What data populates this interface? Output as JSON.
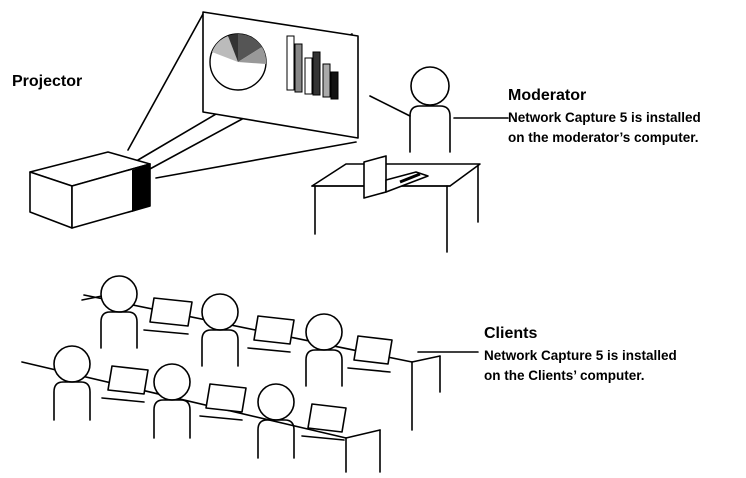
{
  "labels": {
    "projector": "Projector",
    "moderator": {
      "title": "Moderator",
      "lines": [
        "Network Capture 5 is installed",
        "on the moderator’s computer."
      ]
    },
    "clients": {
      "title": "Clients",
      "lines": [
        "Network Capture 5 is installed",
        "on the Clients’ computer."
      ]
    }
  },
  "icons": [
    "projector-icon",
    "screen-chart-icon",
    "moderator-person-icon",
    "laptop-icon",
    "desk-icon",
    "client-person-icon"
  ],
  "colors": {
    "line": "#000000",
    "background": "#ffffff"
  }
}
